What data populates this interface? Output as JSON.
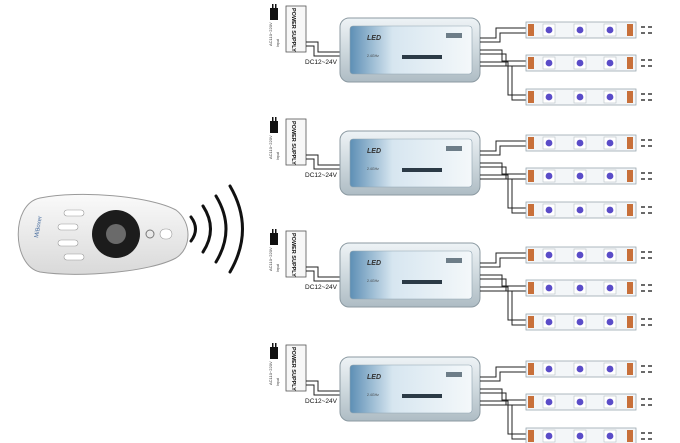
{
  "remote": {
    "brand": "MiBoxer"
  },
  "groups": [
    {
      "supply_label": "POWER SUPPLY",
      "supply_input": "AC110~220V",
      "supply_port": "Input",
      "dc_label": "DC12~24V",
      "controller_title": "LED",
      "controller_model": "2.4GHz"
    },
    {
      "supply_label": "POWER SUPPLY",
      "supply_input": "AC110~220V",
      "supply_port": "Input",
      "dc_label": "DC12~24V",
      "controller_title": "LED",
      "controller_model": "2.4GHz"
    },
    {
      "supply_label": "POWER SUPPLY",
      "supply_input": "AC110~220V",
      "supply_port": "Input",
      "dc_label": "DC12~24V",
      "controller_title": "LED",
      "controller_model": "2.4GHz"
    },
    {
      "supply_label": "POWER SUPPLY",
      "supply_input": "AC110~220V",
      "supply_port": "Input",
      "dc_label": "DC12~24V",
      "controller_title": "LED",
      "controller_model": "2.4GHz"
    }
  ],
  "colors": {
    "wire": "#222222",
    "controller_body": "#cfd9de",
    "controller_panel": "#e6eef2",
    "controller_accent": "#6f9fc2",
    "led": "#5a4cc8",
    "strip_end": "#c8703a",
    "remote_body": "#f2f2f2"
  }
}
